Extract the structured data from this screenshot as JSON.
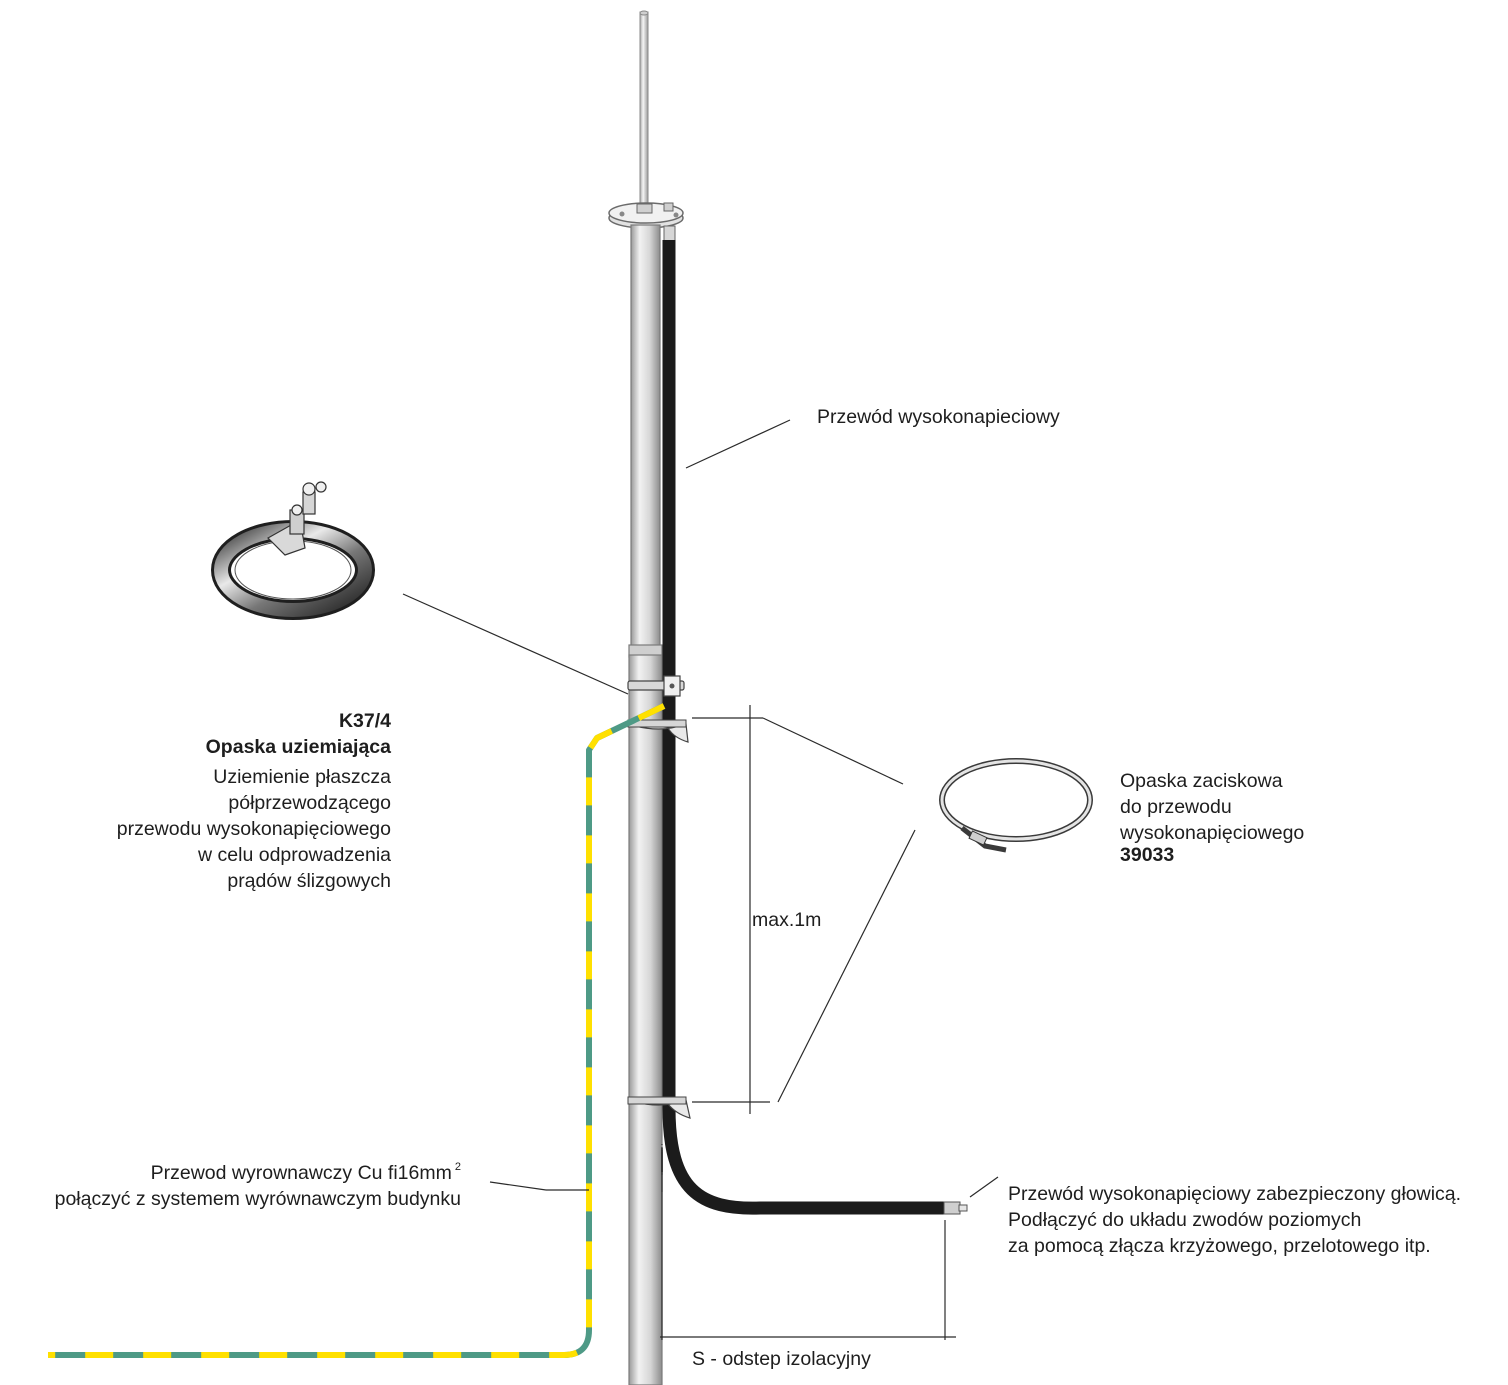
{
  "labels": {
    "hv_cable": "Przewód wysokonapieciowy",
    "k37": {
      "code": "K37/4",
      "name": "Opaska uziemiająca",
      "desc": [
        "Uziemienie płaszcza",
        "półprzewodzącego",
        "przewodu wysokonapięciowego",
        "w celu odprowadzenia",
        "prądów ślizgowych"
      ]
    },
    "clamp_band": {
      "lines": [
        "Opaska zaciskowa",
        "do przewodu",
        "wysokonapięciowego"
      ],
      "code": "39033"
    },
    "max_distance": "max.1m",
    "equalizing": {
      "line1": "Przewod wyrownawczy Cu fi16mm",
      "sup": "2",
      "line2": "połączyć z systemem wyrównawczym budynku"
    },
    "hv_secured": [
      "Przewód wysokonapięciowy zabezpieczony głowicą.",
      "Podłączyć do układu zwodów poziomych",
      "za pomocą złącza krzyżowego, przelotowego itp."
    ],
    "isolation_distance": "S - odstep izolacyjny"
  },
  "colors": {
    "cable": "#1b1b1b",
    "mast": "#d9d9d9",
    "mast_edge": "#7a7a7a",
    "ground_green": "#4e9a86",
    "ground_yellow": "#ffe000",
    "leader": "#2a2a2a",
    "band": "#3c3c3c"
  },
  "icons": {
    "k37_band": "grounding-band-icon",
    "clamp_band": "cable-tie-band-icon"
  }
}
